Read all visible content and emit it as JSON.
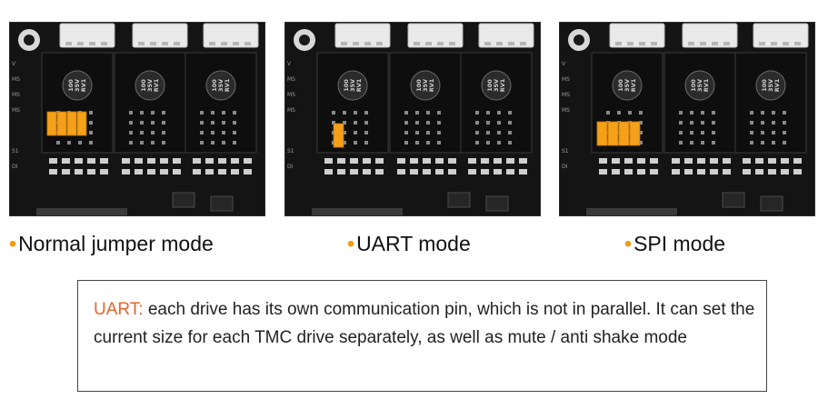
{
  "colors": {
    "bullet": "#f39c12",
    "jumper": "#f5a01a",
    "highlight": "#e8642c",
    "board": "#141414"
  },
  "board_markings": {
    "capacitor_lines": [
      "100",
      "35V",
      "RV1"
    ],
    "side_labels": [
      "V",
      "MS",
      "MS",
      "MS",
      "S1",
      "DI"
    ]
  },
  "panels": [
    {
      "caption": "Normal jumper mode",
      "jumper_mode": "normal"
    },
    {
      "caption": "UART mode",
      "jumper_mode": "uart"
    },
    {
      "caption": "SPI mode",
      "jumper_mode": "spi"
    }
  ],
  "bullet_glyph": "•",
  "note": {
    "label": "UART:",
    "text": " each drive has its own communication pin, which is not in parallel. It can set the current size for each TMC drive separately, as well as mute / anti shake mode"
  }
}
